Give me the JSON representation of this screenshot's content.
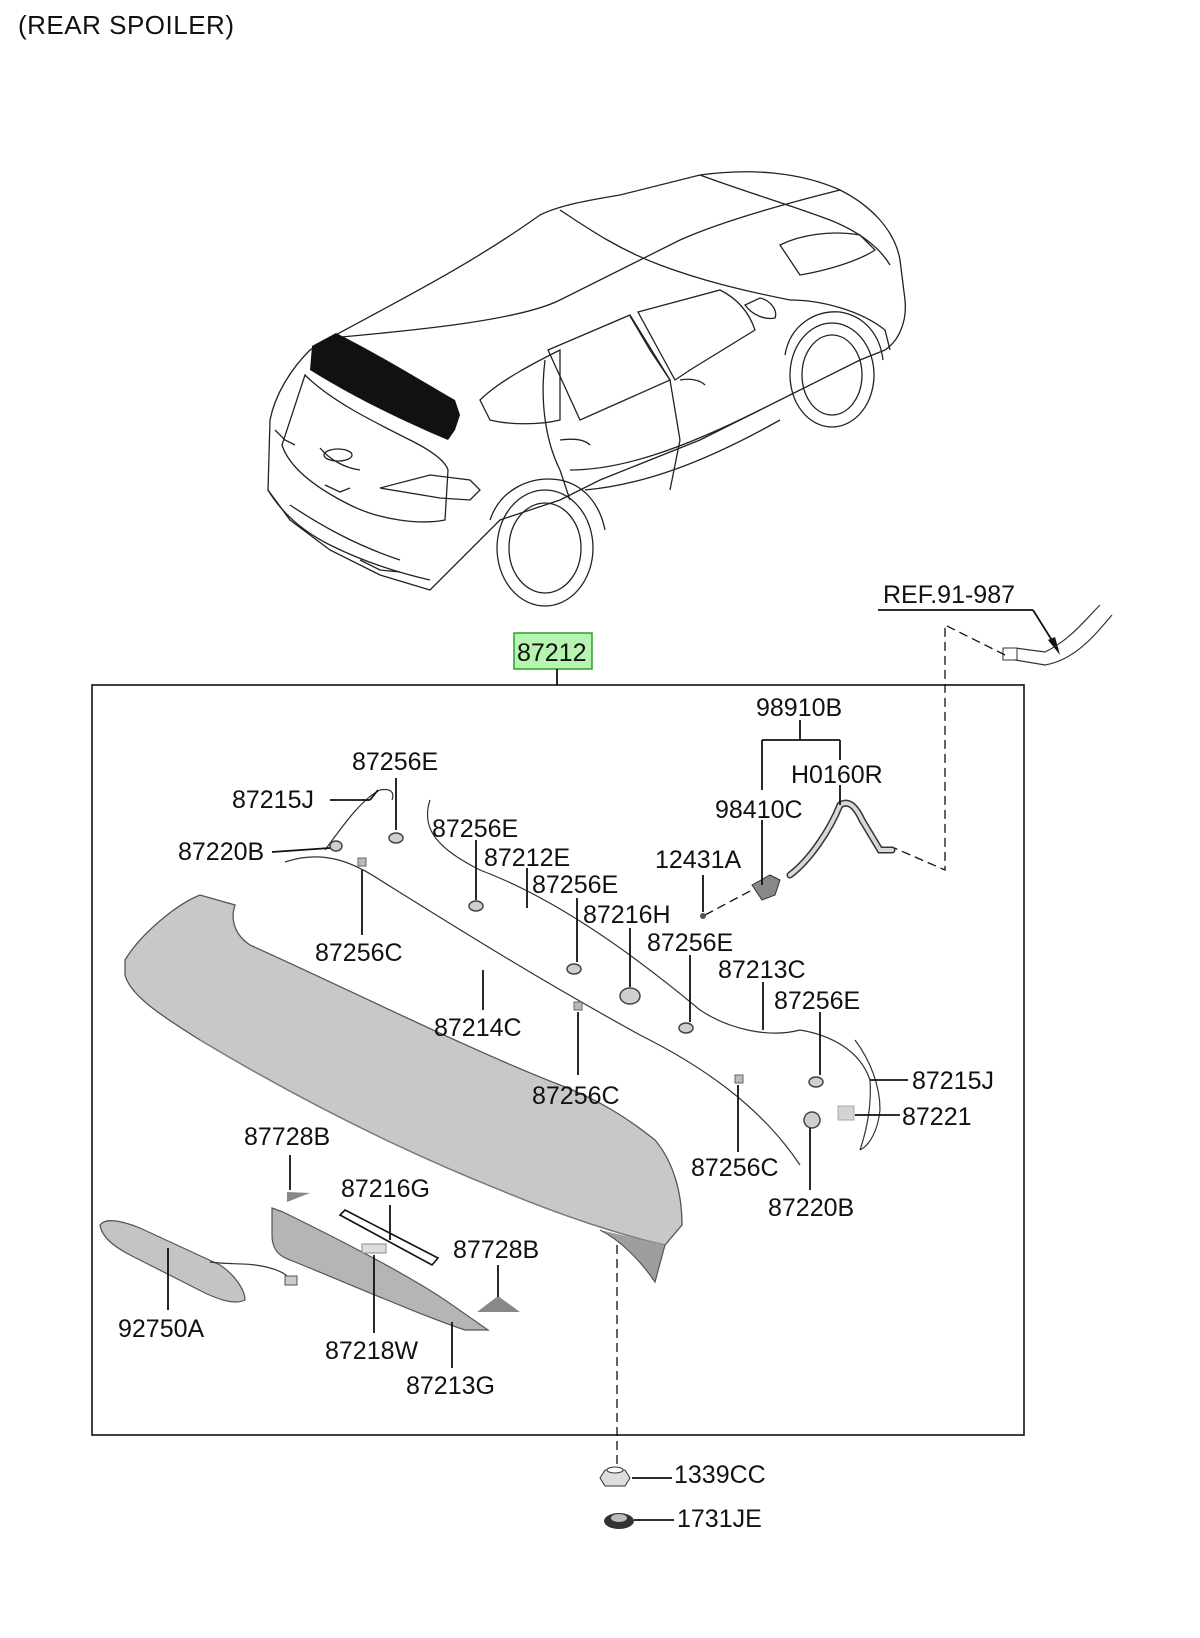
{
  "title": "(REAR SPOILER)",
  "main_part": "87212",
  "ref_label": "REF.91-987",
  "highlight_color": "#b6f5b0",
  "labels": {
    "p98910B": "98910B",
    "pH0160R": "H0160R",
    "p98410C": "98410C",
    "p12431A": "12431A",
    "p87256E_1": "87256E",
    "p87215J_1": "87215J",
    "p87220B_1": "87220B",
    "p87256E_2": "87256E",
    "p87212E": "87212E",
    "p87256E_3": "87256E",
    "p87216H": "87216H",
    "p87256E_4": "87256E",
    "p87213C": "87213C",
    "p87256E_5": "87256E",
    "p87256C_1": "87256C",
    "p87214C": "87214C",
    "p87256C_2": "87256C",
    "p87215J_2": "87215J",
    "p87221": "87221",
    "p87256C_3": "87256C",
    "p87220B_2": "87220B",
    "p87728B_1": "87728B",
    "p87216G": "87216G",
    "p87728B_2": "87728B",
    "p92750A": "92750A",
    "p87218W": "87218W",
    "p87213G": "87213G",
    "p1339CC": "1339CC",
    "p1731JE": "1731JE"
  }
}
